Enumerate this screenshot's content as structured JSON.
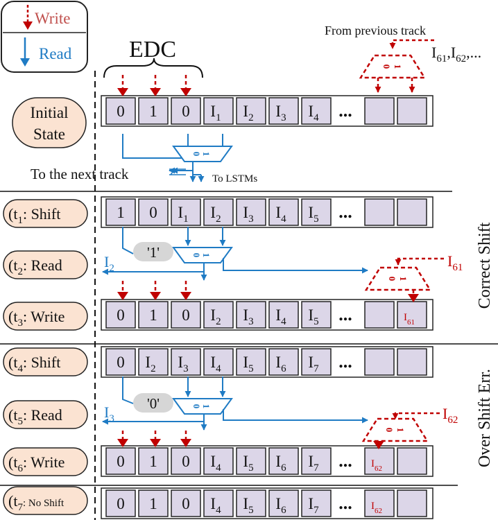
{
  "legend": {
    "write_label": "Write",
    "read_label": "Read"
  },
  "edc_label": "EDC",
  "from_previous_track_label": "From previous track",
  "incoming_items": {
    "prefix": "I",
    "first_sub": "61",
    "comma": ",",
    "second_sub": "62",
    "suffix": ",..."
  },
  "to_next_track_label": "To the next track",
  "to_lstms_label": "To LSTMs",
  "ellipsis": "...",
  "states": [
    {
      "label_line1": "Initial",
      "label_line2": "State"
    },
    {
      "prefix": "(t",
      "sub": "1",
      "suffix": ": Shift"
    },
    {
      "prefix": "(t",
      "sub": "2",
      "suffix": ": Read"
    },
    {
      "prefix": "(t",
      "sub": "3",
      "suffix": ": Write"
    },
    {
      "prefix": "(t",
      "sub": "4",
      "suffix": ": Shift"
    },
    {
      "prefix": "(t",
      "sub": "5",
      "suffix": ": Read"
    },
    {
      "prefix": "(t",
      "sub": "6",
      "suffix": ": Write"
    },
    {
      "prefix": "(t",
      "sub": "7",
      "suffix": ": No Shift"
    }
  ],
  "side_labels": {
    "correct_shift": "Correct Shift",
    "over_shift": "Over Shift Err."
  },
  "read_values": {
    "t2": "'1'",
    "t5": "'0'"
  },
  "read_outputs": {
    "t2": {
      "base": "I",
      "sub": "2"
    },
    "t5": {
      "base": "I",
      "sub": "3"
    }
  },
  "incoming_writes": {
    "t2": {
      "base": "I",
      "sub": "61"
    },
    "t5": {
      "base": "I",
      "sub": "62"
    }
  },
  "mux_inputs": [
    "0",
    "1"
  ],
  "tracks": [
    {
      "name": "initial",
      "cells": [
        [
          "0",
          ""
        ],
        [
          "1",
          ""
        ],
        [
          "0",
          ""
        ],
        [
          "I",
          "1"
        ],
        [
          "I",
          "2"
        ],
        [
          "I",
          "3"
        ],
        [
          "I",
          "4"
        ]
      ],
      "tail": [
        [
          "",
          ""
        ],
        [
          "",
          ""
        ]
      ]
    },
    {
      "name": "t1",
      "cells": [
        [
          "1",
          ""
        ],
        [
          "0",
          ""
        ],
        [
          "I",
          "1"
        ],
        [
          "I",
          "2"
        ],
        [
          "I",
          "3"
        ],
        [
          "I",
          "4"
        ],
        [
          "I",
          "5"
        ]
      ],
      "tail": [
        [
          "",
          ""
        ],
        [
          "",
          ""
        ]
      ]
    },
    {
      "name": "t3",
      "cells": [
        [
          "0",
          ""
        ],
        [
          "1",
          ""
        ],
        [
          "0",
          ""
        ],
        [
          "I",
          "2"
        ],
        [
          "I",
          "3"
        ],
        [
          "I",
          "4"
        ],
        [
          "I",
          "5"
        ]
      ],
      "tail": [
        [
          "",
          ""
        ],
        [
          "I",
          "61"
        ]
      ]
    },
    {
      "name": "t4",
      "cells": [
        [
          "0",
          ""
        ],
        [
          "I",
          "2"
        ],
        [
          "I",
          "3"
        ],
        [
          "I",
          "4"
        ],
        [
          "I",
          "5"
        ],
        [
          "I",
          "6"
        ],
        [
          "I",
          "7"
        ]
      ],
      "tail": [
        [
          "",
          ""
        ],
        [
          "",
          ""
        ]
      ]
    },
    {
      "name": "t6",
      "cells": [
        [
          "0",
          ""
        ],
        [
          "1",
          ""
        ],
        [
          "0",
          ""
        ],
        [
          "I",
          "4"
        ],
        [
          "I",
          "5"
        ],
        [
          "I",
          "6"
        ],
        [
          "I",
          "7"
        ]
      ],
      "tail": [
        [
          "I",
          "62"
        ],
        [
          "",
          ""
        ]
      ]
    },
    {
      "name": "t7",
      "cells": [
        [
          "0",
          ""
        ],
        [
          "1",
          ""
        ],
        [
          "0",
          ""
        ],
        [
          "I",
          "4"
        ],
        [
          "I",
          "5"
        ],
        [
          "I",
          "6"
        ],
        [
          "I",
          "7"
        ]
      ],
      "tail": [
        [
          "I",
          "62"
        ],
        [
          "",
          ""
        ]
      ]
    }
  ],
  "colors": {
    "write": "#c00000",
    "read": "#1f7bc4",
    "cell_fill": "#dcd6e8",
    "state_fill": "#fbe3d2",
    "bubble_fill": "#d6d6d6"
  }
}
